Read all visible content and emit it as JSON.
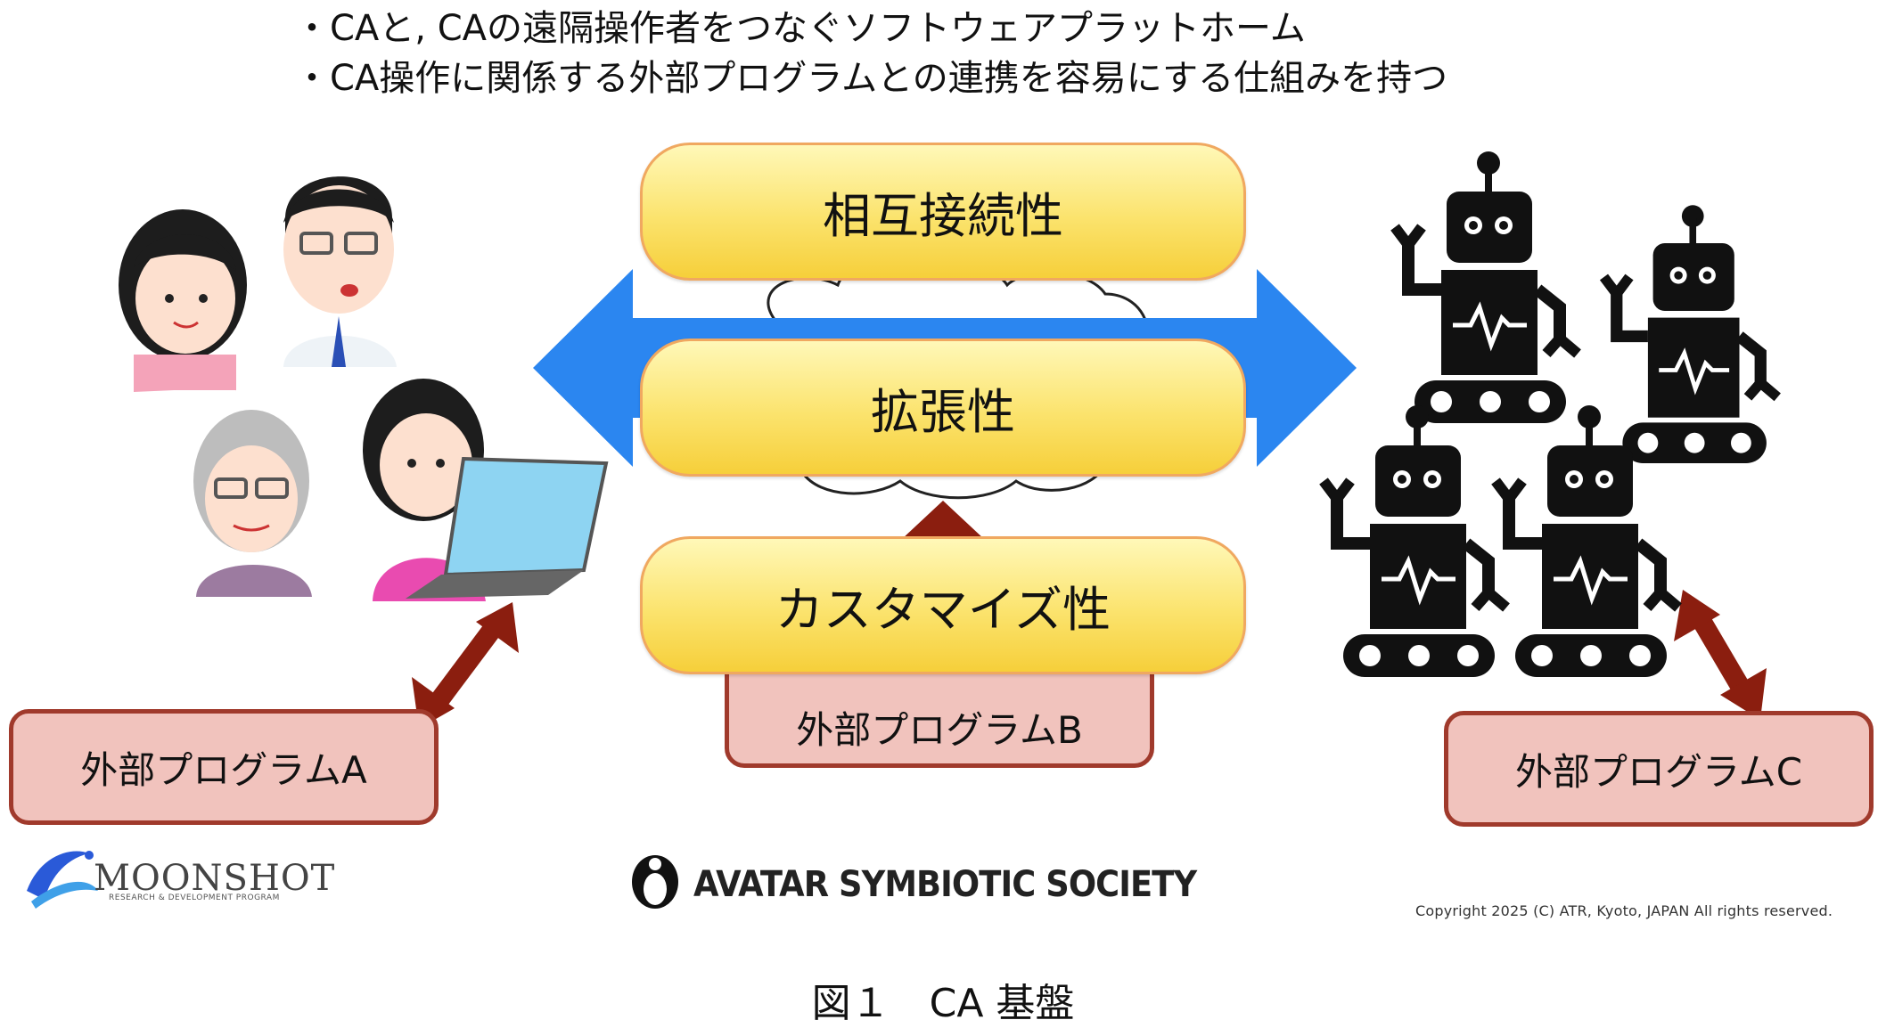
{
  "bullets": [
    "・CAと, CAの遠隔操作者をつなぐソフトウェアプラットホーム",
    "・CA操作に関係する外部プログラムとの連携を容易にする仕組みを持つ"
  ],
  "features": {
    "interconnectivity": "相互接続性",
    "extensibility": "拡張性",
    "customizability": "カスタマイズ性"
  },
  "programs": {
    "a": "外部プログラムA",
    "b": "外部プログラムB",
    "c": "外部プログラムC"
  },
  "logos": {
    "moonshot": "MOONSHOT",
    "moonshot_sub": "RESEARCH & DEVELOPMENT PROGRAM",
    "avatar": "AVATAR SYMBIOTIC SOCIETY"
  },
  "copyright": "Copyright 2025 (C) ATR, Kyoto, JAPAN All rights reserved.",
  "caption": "図１　CA 基盤",
  "colors": {
    "pill_fill": "#fbe36d",
    "pill_border": "#f0a860",
    "program_fill": "#f1c3bd",
    "program_border": "#a03a2c",
    "blue_arrow": "#2b86f0",
    "dark_red_arrow": "#8b1e0f",
    "robot": "#111111"
  },
  "icons": {
    "users": "people-illustration",
    "robots": "robot-icon",
    "cloud": "cloud-icon"
  }
}
